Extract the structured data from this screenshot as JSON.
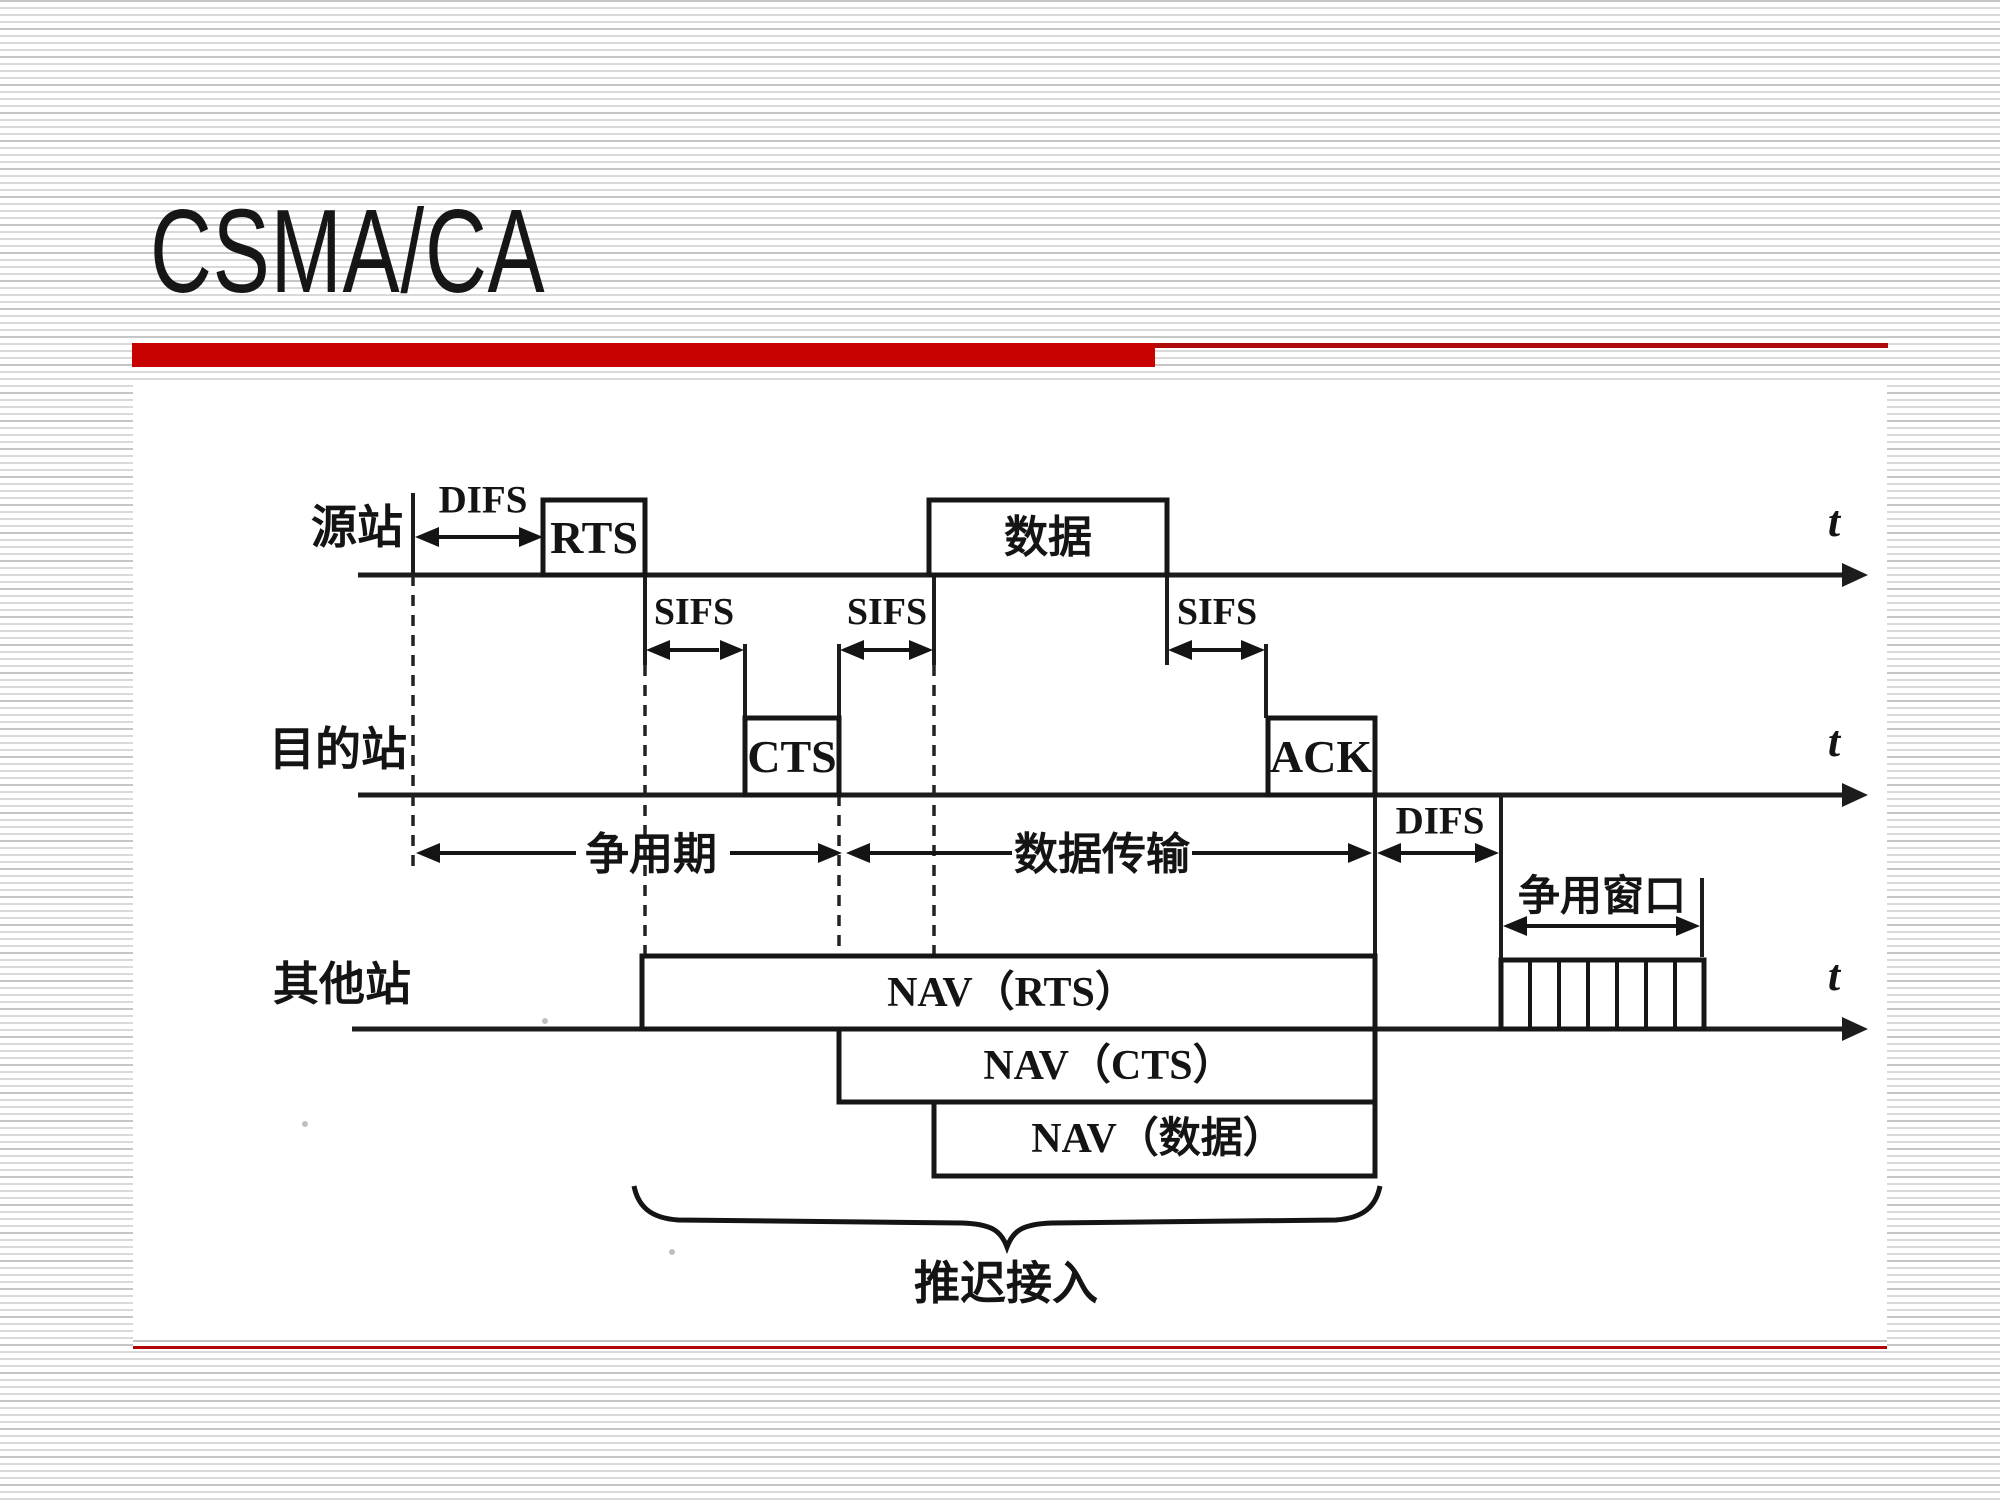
{
  "title": "CSMA/CA",
  "colors": {
    "accent_bar_red": "#c80101",
    "thin_rule_red": "#b00b0b",
    "bottom_rule_red": "#b30505",
    "ink": "#1a1a1a"
  },
  "diagram": {
    "time_axis_label": "t",
    "stations": [
      {
        "label": "源站"
      },
      {
        "label": "目的站"
      },
      {
        "label": "其他站"
      }
    ],
    "frames": [
      {
        "label": "RTS"
      },
      {
        "label": "数据"
      },
      {
        "label": "CTS"
      },
      {
        "label": "ACK"
      }
    ],
    "intervals": [
      {
        "label": "DIFS"
      },
      {
        "label": "SIFS"
      },
      {
        "label": "SIFS"
      },
      {
        "label": "SIFS"
      },
      {
        "label": "DIFS"
      }
    ],
    "periods": [
      {
        "label": "争用期"
      },
      {
        "label": "数据传输"
      },
      {
        "label": "争用窗口"
      }
    ],
    "nav_bars": [
      {
        "label": "NAV（RTS）"
      },
      {
        "label": "NAV（CTS）"
      },
      {
        "label": "NAV（数据）"
      }
    ],
    "deferral_label": "推迟接入"
  }
}
